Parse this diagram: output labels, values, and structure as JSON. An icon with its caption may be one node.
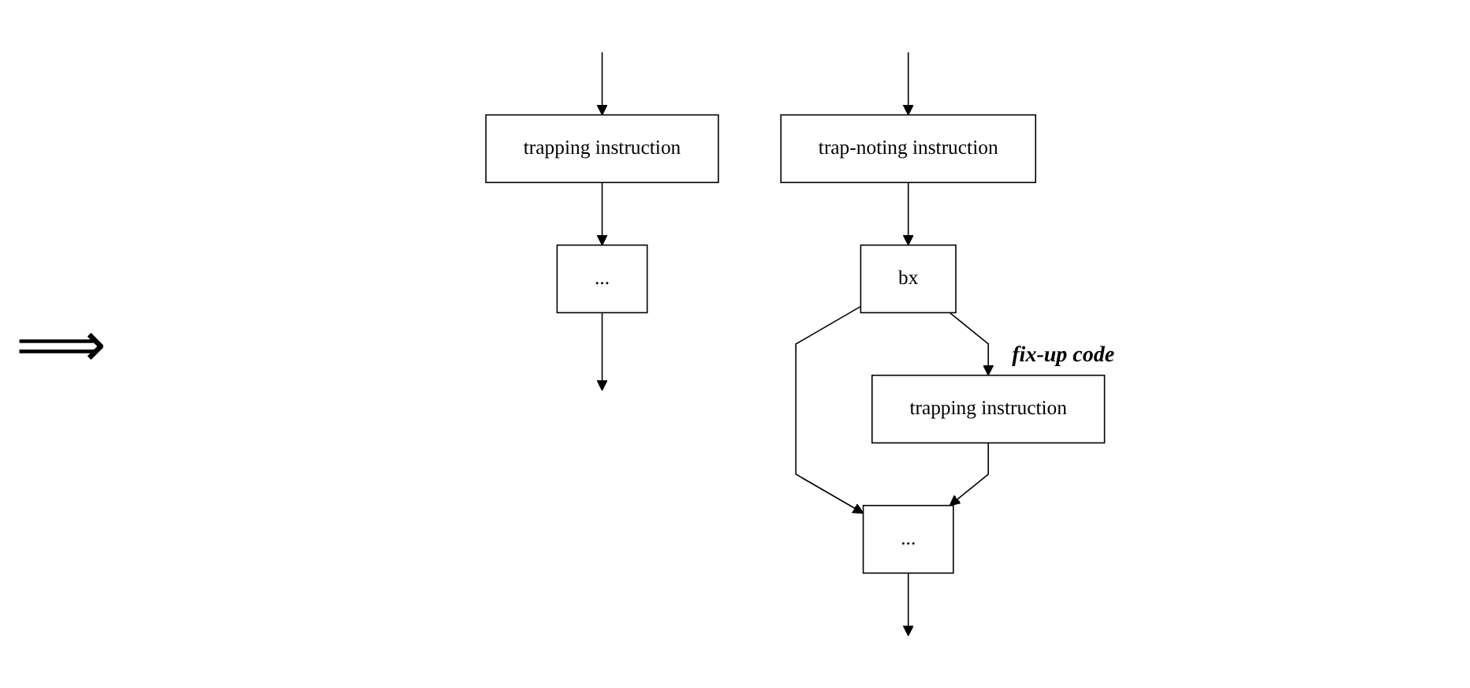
{
  "diagram": {
    "nodes": [
      {
        "text": [
          "trapping instruction"
        ]
      },
      {
        "text": [
          "..."
        ]
      },
      {
        "text": [
          "trap-noting instruction"
        ]
      },
      {
        "text": [
          "bx"
        ]
      },
      {
        "text": [
          "trapping instruction"
        ],
        "beside": [
          "fix-up code"
        ]
      },
      {
        "text": [
          "..."
        ]
      }
    ],
    "edges": [
      {
        "from": null,
        "to": 0,
        "arrow": "to"
      },
      {
        "from": 0,
        "to": 1,
        "arrow": "to"
      },
      {
        "from": 1,
        "to": null,
        "arrow": "to"
      },
      {
        "from": null,
        "to": 2,
        "arrow": "to"
      },
      {
        "from": 2,
        "to": 3,
        "arrow": "to"
      },
      {
        "from": 3,
        "to": 5,
        "arrow": "to"
      },
      {
        "from": 3,
        "to": 4,
        "arrow": "to"
      },
      {
        "from": 4,
        "to": 5,
        "arrow": "to"
      },
      {
        "from": 5,
        "to": null,
        "arrow": "to"
      }
    ],
    "labels": [
      "⟹"
    ]
  }
}
